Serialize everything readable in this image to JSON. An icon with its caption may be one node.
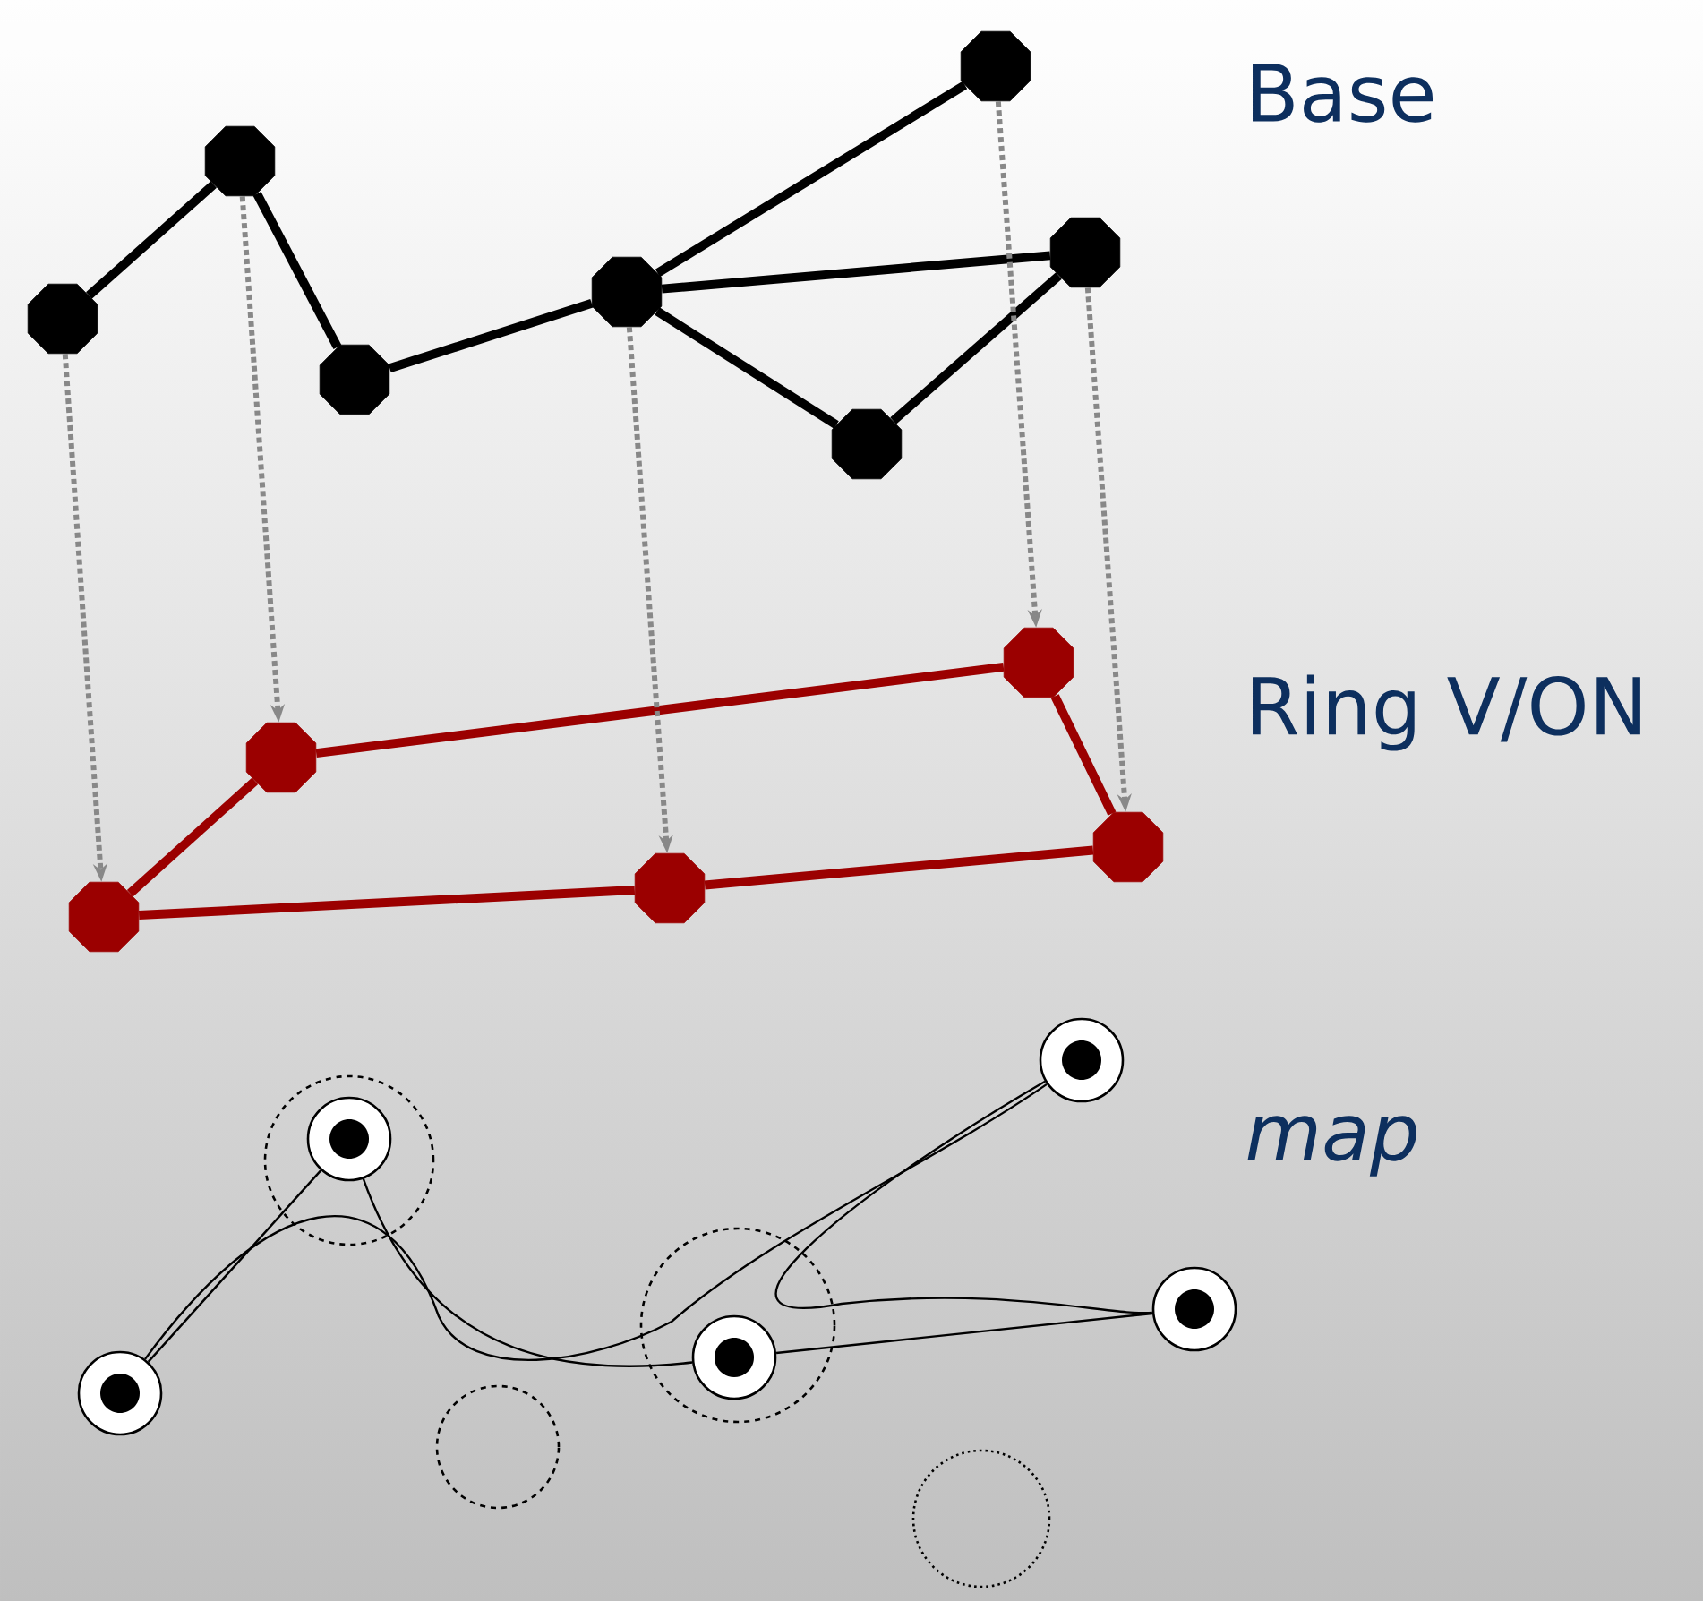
{
  "diagram": {
    "nodes": [
      {
        "text": [],
        "shape": "octagon"
      },
      {
        "text": [],
        "shape": "octagon"
      },
      {
        "text": [],
        "shape": "octagon"
      },
      {
        "text": [],
        "shape": "octagon"
      },
      {
        "text": [],
        "shape": "octagon"
      },
      {
        "text": [],
        "shape": "octagon"
      },
      {
        "text": [],
        "shape": "octagon"
      },
      {
        "text": [],
        "shape": "octagon"
      },
      {
        "text": [],
        "shape": "octagon"
      },
      {
        "text": [],
        "shape": "octagon"
      },
      {
        "text": [],
        "shape": "octagon"
      },
      {
        "text": [],
        "shape": "octagon"
      },
      {
        "text": [],
        "shape": "circle"
      },
      {
        "text": [],
        "shape": "circle"
      },
      {
        "text": [],
        "shape": "circle"
      },
      {
        "text": [],
        "shape": "circle"
      },
      {
        "text": [],
        "shape": "circle"
      },
      {
        "text": [],
        "shape": "circle",
        "in": 12
      },
      {
        "text": [],
        "shape": "circle",
        "in": 14
      },
      {
        "text": [],
        "shape": "circle"
      },
      {
        "text": [],
        "shape": "circle"
      }
    ],
    "edges": [
      {
        "from": 0,
        "to": 1,
        "arrow": "none"
      },
      {
        "from": 1,
        "to": 2,
        "arrow": "none"
      },
      {
        "from": 2,
        "to": 3,
        "arrow": "none"
      },
      {
        "from": 3,
        "to": 5,
        "arrow": "none"
      },
      {
        "from": 3,
        "to": 6,
        "arrow": "none"
      },
      {
        "from": 3,
        "to": 4,
        "arrow": "none"
      },
      {
        "from": 4,
        "to": 6,
        "arrow": "none"
      },
      {
        "from": 7,
        "to": 8,
        "arrow": "none",
        "color": "#9b0000"
      },
      {
        "from": 8,
        "to": 10,
        "arrow": "none",
        "color": "#9b0000"
      },
      {
        "from": 10,
        "to": 11,
        "arrow": "none",
        "color": "#9b0000"
      },
      {
        "from": 11,
        "to": 9,
        "arrow": "none",
        "color": "#9b0000"
      },
      {
        "from": 9,
        "to": 7,
        "arrow": "none",
        "color": "#9b0000"
      },
      {
        "from": 0,
        "to": 7,
        "arrow": "to",
        "style": "dashed",
        "color": "#888888"
      },
      {
        "from": 1,
        "to": 8,
        "arrow": "to",
        "style": "dashed",
        "color": "#888888"
      },
      {
        "from": 3,
        "to": 9,
        "arrow": "to",
        "style": "dashed",
        "color": "#888888"
      },
      {
        "from": 5,
        "to": 10,
        "arrow": "to",
        "style": "dashed",
        "color": "#888888"
      },
      {
        "from": 6,
        "to": 11,
        "arrow": "to",
        "style": "dashed",
        "color": "#888888"
      },
      {
        "from": 16,
        "to": 17,
        "arrow": "none"
      },
      {
        "from": 17,
        "to": 18,
        "arrow": "none"
      },
      {
        "from": 18,
        "to": 20,
        "arrow": "none"
      },
      {
        "from": 16,
        "to": 19,
        "arrow": "none"
      },
      {
        "from": 19,
        "to": 20,
        "arrow": "none"
      }
    ],
    "labels": [
      "Base",
      "Ring V/ON",
      "map"
    ]
  }
}
